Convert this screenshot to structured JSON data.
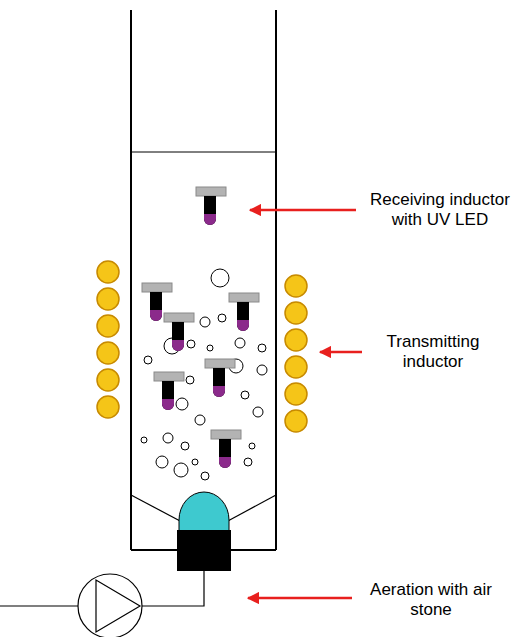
{
  "diagram": {
    "labels": [
      "Receiving inductor with UV LED",
      "Transmitting inductor",
      "Aeration with air stone"
    ]
  }
}
